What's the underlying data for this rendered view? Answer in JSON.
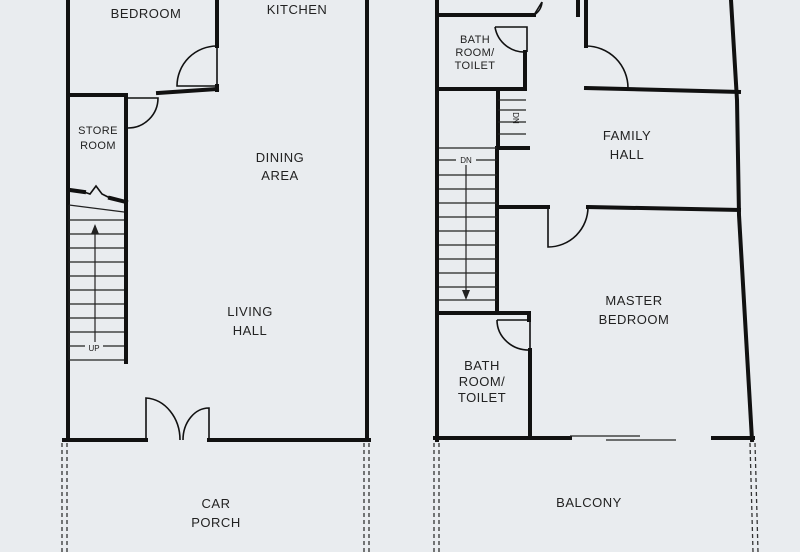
{
  "ground_floor": {
    "rooms": {
      "bedroom": "BEDROOM",
      "kitchen": "KITCHEN",
      "store_room": [
        "STORE",
        "ROOM"
      ],
      "dining_area": [
        "DINING",
        "AREA"
      ],
      "living_hall": [
        "LIVING",
        "HALL"
      ],
      "car_porch": [
        "CAR",
        "PORCH"
      ]
    },
    "stair_label": "UP"
  },
  "first_floor": {
    "rooms": {
      "bath_top": [
        "BATH",
        "ROOM/",
        "TOILET"
      ],
      "family_hall": [
        "FAMILY",
        "HALL"
      ],
      "master_bedroom": [
        "MASTER",
        "BEDROOM"
      ],
      "bath_bottom": [
        "BATH",
        "ROOM/",
        "TOILET"
      ],
      "balcony": "BALCONY"
    },
    "stair_label": "DN",
    "small_stair_label": "DN"
  },
  "colors": {
    "paper": "#e9ecef",
    "wall": "#111111"
  }
}
